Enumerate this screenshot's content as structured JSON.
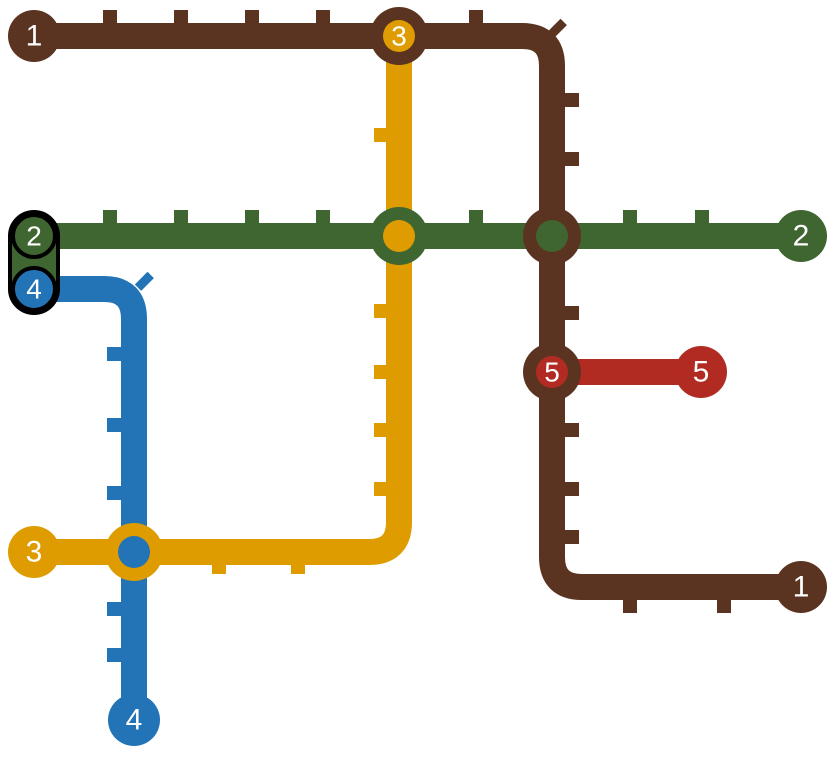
{
  "colors": {
    "line1": "#5a3420",
    "line2": "#3f6530",
    "line3": "#de9c00",
    "line4": "#2373b7",
    "line5": "#b22b22",
    "outline": "#000000",
    "background": "#ffffff"
  },
  "lines": [
    {
      "id": "1",
      "color_key": "line1"
    },
    {
      "id": "2",
      "color_key": "line2"
    },
    {
      "id": "3",
      "color_key": "line3"
    },
    {
      "id": "4",
      "color_key": "line4"
    },
    {
      "id": "5",
      "color_key": "line5"
    }
  ],
  "labels": {
    "line1_start": "1",
    "line1_end": "1",
    "line2_start": "2",
    "line2_end": "2",
    "line3_start": "3",
    "line3_top": "3",
    "line4_start": "4",
    "line4_end": "4",
    "line5_start": "5",
    "line5_end": "5"
  }
}
